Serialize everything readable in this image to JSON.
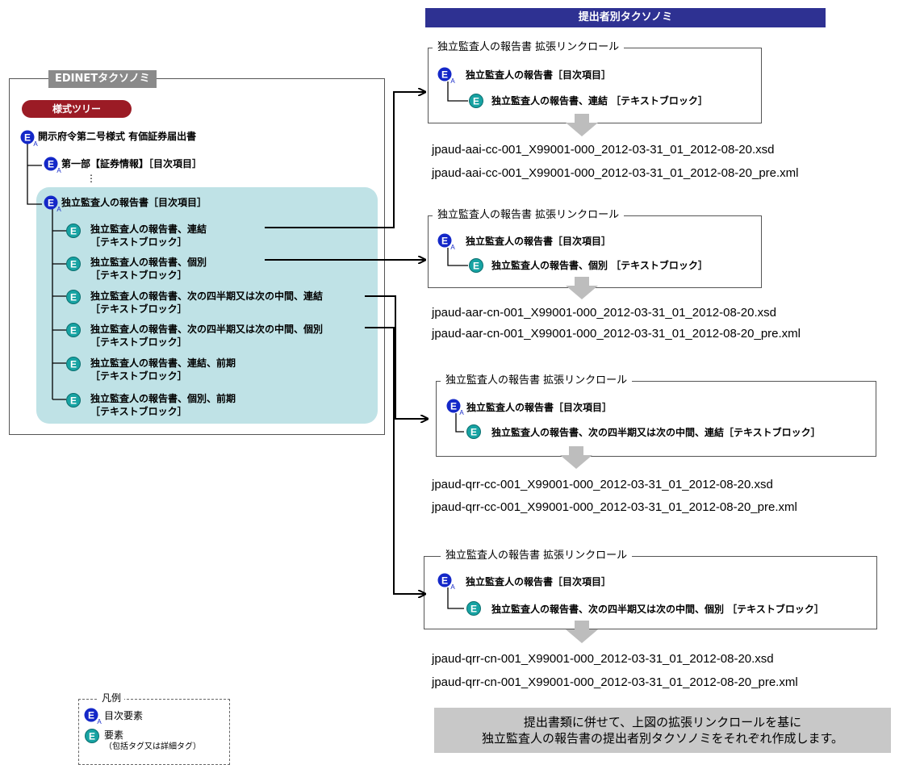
{
  "edinet": {
    "tab": "EDINETタクソノミ",
    "pill": "様式ツリー",
    "root": "開示府令第二号様式 有価証券届出書",
    "part1": "第一部【証券情報】［目次項目］",
    "ellipsis": "⋮",
    "audit": "独立監査人の報告書［目次項目］",
    "items": [
      {
        "line1": "独立監査人の報告書、連結",
        "line2": "［テキストブロック］"
      },
      {
        "line1": "独立監査人の報告書、個別",
        "line2": "［テキストブロック］"
      },
      {
        "line1": "独立監査人の報告書、次の四半期又は次の中間、連結",
        "line2": "［テキストブロック］"
      },
      {
        "line1": "独立監査人の報告書、次の四半期又は次の中間、個別",
        "line2": "［テキストブロック］"
      },
      {
        "line1": "独立監査人の報告書、連結、前期",
        "line2": "［テキストブロック］"
      },
      {
        "line1": "独立監査人の報告書、個別、前期",
        "line2": "［テキストブロック］"
      }
    ]
  },
  "filer": {
    "header": "提出者別タクソノミ",
    "roles": [
      {
        "title": "独立監査人の報告書 拡張リンクロール",
        "parent": "独立監査人の報告書［目次項目］",
        "child": "独立監査人の報告書、連結 ［テキストブロック］",
        "xsd": "jpaud-aai-cc-001_X99001-000_2012-03-31_01_2012-08-20.xsd",
        "pre": "jpaud-aai-cc-001_X99001-000_2012-03-31_01_2012-08-20_pre.xml"
      },
      {
        "title": "独立監査人の報告書 拡張リンクロール",
        "parent": "独立監査人の報告書［目次項目］",
        "child": "独立監査人の報告書、個別 ［テキストブロック］",
        "xsd": "jpaud-aar-cn-001_X99001-000_2012-03-31_01_2012-08-20.xsd",
        "pre": "jpaud-aar-cn-001_X99001-000_2012-03-31_01_2012-08-20_pre.xml"
      },
      {
        "title": "独立監査人の報告書 拡張リンクロール",
        "parent": "独立監査人の報告書［目次項目］",
        "child": "独立監査人の報告書、次の四半期又は次の中間、連結［テキストブロック］",
        "xsd": "jpaud-qrr-cc-001_X99001-000_2012-03-31_01_2012-08-20.xsd",
        "pre": "jpaud-qrr-cc-001_X99001-000_2012-03-31_01_2012-08-20_pre.xml"
      },
      {
        "title": "独立監査人の報告書 拡張リンクロール",
        "parent": "独立監査人の報告書［目次項目］",
        "child": "独立監査人の報告書、次の四半期又は次の中間、個別 ［テキストブロック］",
        "xsd": "jpaud-qrr-cn-001_X99001-000_2012-03-31_01_2012-08-20.xsd",
        "pre": "jpaud-qrr-cn-001_X99001-000_2012-03-31_01_2012-08-20_pre.xml"
      }
    ]
  },
  "legend": {
    "title": "凡例",
    "toc": "目次要素",
    "elem": "要素",
    "elem_note": "（包括タグ又は詳細タグ）"
  },
  "footer": {
    "line1": "提出書類に併せて、上図の拡張リンクロールを基に",
    "line2": "独立監査人の報告書の提出者別タクソノミをそれぞれ作成します。"
  },
  "colors": {
    "header": "#2e3192",
    "pill": "#9b1b25",
    "teal": "#bfe2e6",
    "icon_toc": "#1428c8",
    "icon_elem": "#17a3a3"
  },
  "icons": {
    "toc": "toc-element-icon",
    "elem": "element-icon",
    "arrow": "down-arrow-icon"
  }
}
